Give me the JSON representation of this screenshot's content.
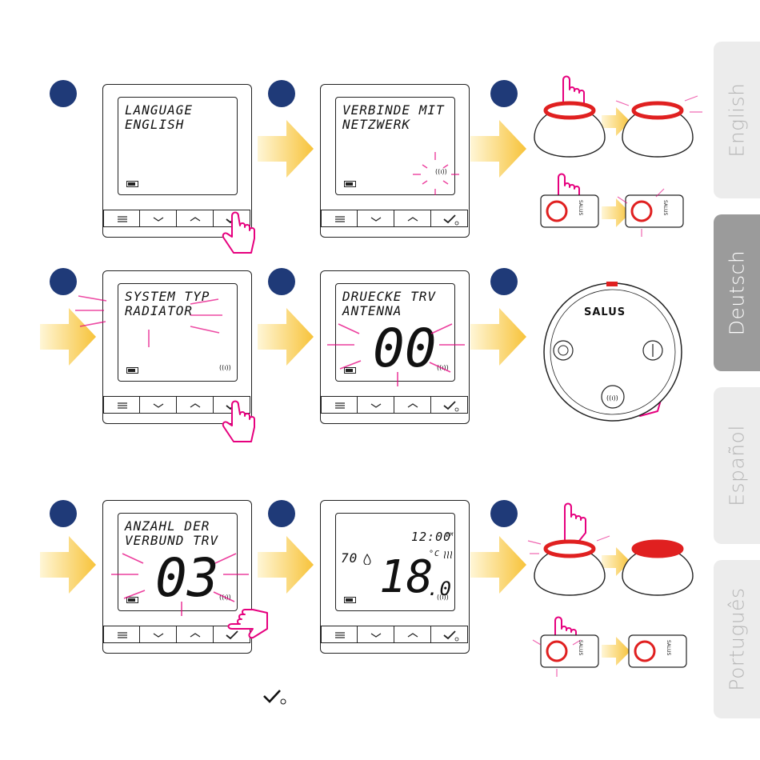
{
  "tabs": [
    {
      "label": "English",
      "active": false
    },
    {
      "label": "Deutsch",
      "active": true
    },
    {
      "label": "Español",
      "active": false
    },
    {
      "label": "Português",
      "active": false
    }
  ],
  "steps": {
    "s1": {
      "line1": "LANGUAGE",
      "line2": "ENGLISH"
    },
    "s2": {
      "line1": "VERBINDE MIT",
      "line2": "NETZWERK"
    },
    "s4": {
      "line1": "SYSTEM TYP",
      "line2": "RADIATOR"
    },
    "s5": {
      "line1": "DRUECKE TRV",
      "line2": "ANTENNA",
      "big": "00"
    },
    "s7": {
      "line1": "ANZAHL DER",
      "line2": "VERBUND TRV",
      "big": "03"
    },
    "s8": {
      "time": "12:00",
      "time_suffix": "PM",
      "humidity": "70",
      "temp_int": "18",
      "temp_dec": ".0",
      "unit": "°C"
    }
  },
  "brand": "SALUS",
  "wifi_glyph": "((ı))",
  "colors": {
    "badge": "#1f3a78",
    "accent": "#e6007e",
    "ring": "#e02020",
    "arrow": "#f7c33a"
  }
}
